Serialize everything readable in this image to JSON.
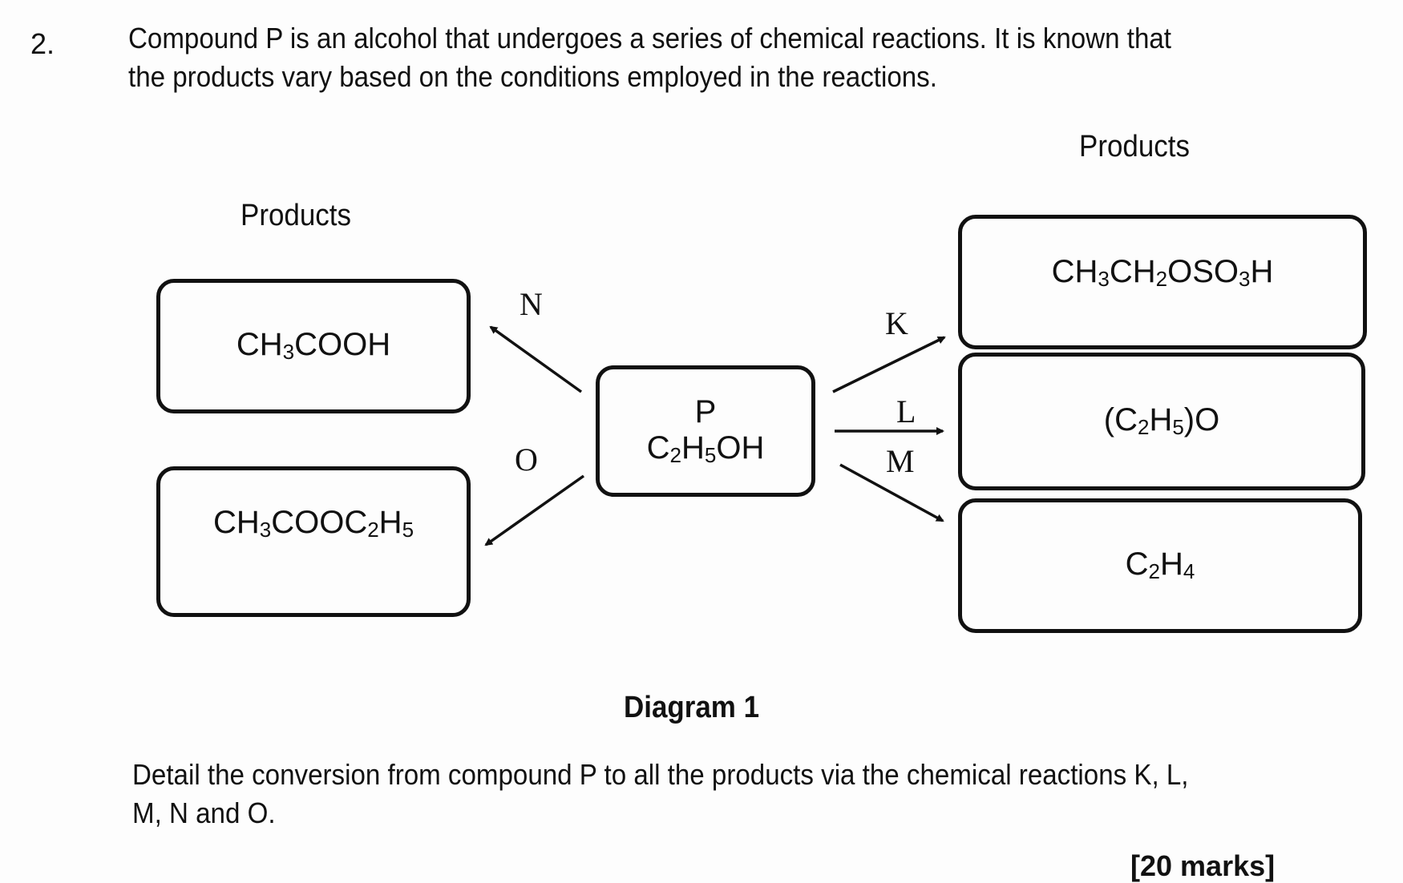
{
  "question": {
    "number": "2.",
    "stem": "Compound P is an alcohol that undergoes a series of chemical reactions. It is known that the products vary based on the conditions employed in the reactions.",
    "task": "Detail the conversion from compound P to all the products via the chemical reactions K, L, M, N and O.",
    "marks": "[20 marks]"
  },
  "diagram": {
    "caption": "Diagram 1",
    "left_heading": "Products",
    "right_heading": "Products",
    "center": {
      "label": "P",
      "formula_parts": [
        "C",
        "2",
        "H",
        "5",
        "OH"
      ]
    },
    "left_products": [
      {
        "id": "N",
        "formula_parts": [
          "CH",
          "3",
          "COOH"
        ]
      },
      {
        "id": "O",
        "formula_parts": [
          "CH",
          "3",
          "COOC",
          "2",
          "H",
          "5"
        ]
      }
    ],
    "right_products": [
      {
        "id": "K",
        "formula_parts": [
          "CH",
          "3",
          "CH",
          "2",
          "OSO",
          "3",
          "H"
        ]
      },
      {
        "id": "L",
        "formula_parts": [
          "(C",
          "2",
          "H",
          "5",
          ")O"
        ]
      },
      {
        "id": "M",
        "formula_parts": [
          "C",
          "2",
          "H",
          "4"
        ]
      }
    ],
    "conditions": {
      "N": "N",
      "O": "O",
      "K": "K",
      "L": "L",
      "M": "M"
    }
  }
}
